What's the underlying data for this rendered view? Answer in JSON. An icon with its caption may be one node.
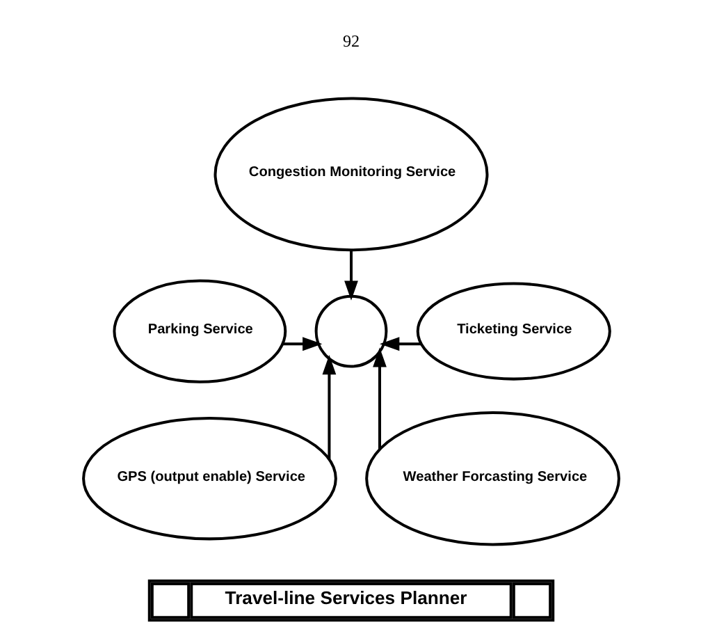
{
  "diagram": {
    "nodes": [
      {
        "text": [
          "Congestion Monitoring Service"
        ]
      },
      {
        "text": [
          "Parking Service"
        ]
      },
      {
        "text": [
          "Ticketing Service"
        ]
      },
      {
        "text": [],
        "shape": "circle"
      },
      {
        "text": [
          "GPS (output enable) Service"
        ]
      },
      {
        "text": [
          "Weather Forcasting Service"
        ]
      },
      {
        "text": [
          "Travel-line Services Planner"
        ]
      }
    ],
    "edges": [
      {
        "from": 1,
        "to": 3,
        "arrow": "to"
      },
      {
        "from": 0,
        "to": 3,
        "arrow": "to"
      },
      {
        "from": 2,
        "to": 3,
        "arrow": "to"
      },
      {
        "from": 4,
        "to": 3,
        "arrow": "to"
      },
      {
        "from": 5,
        "to": 3,
        "arrow": "to"
      }
    ],
    "labels": [
      "92"
    ]
  }
}
